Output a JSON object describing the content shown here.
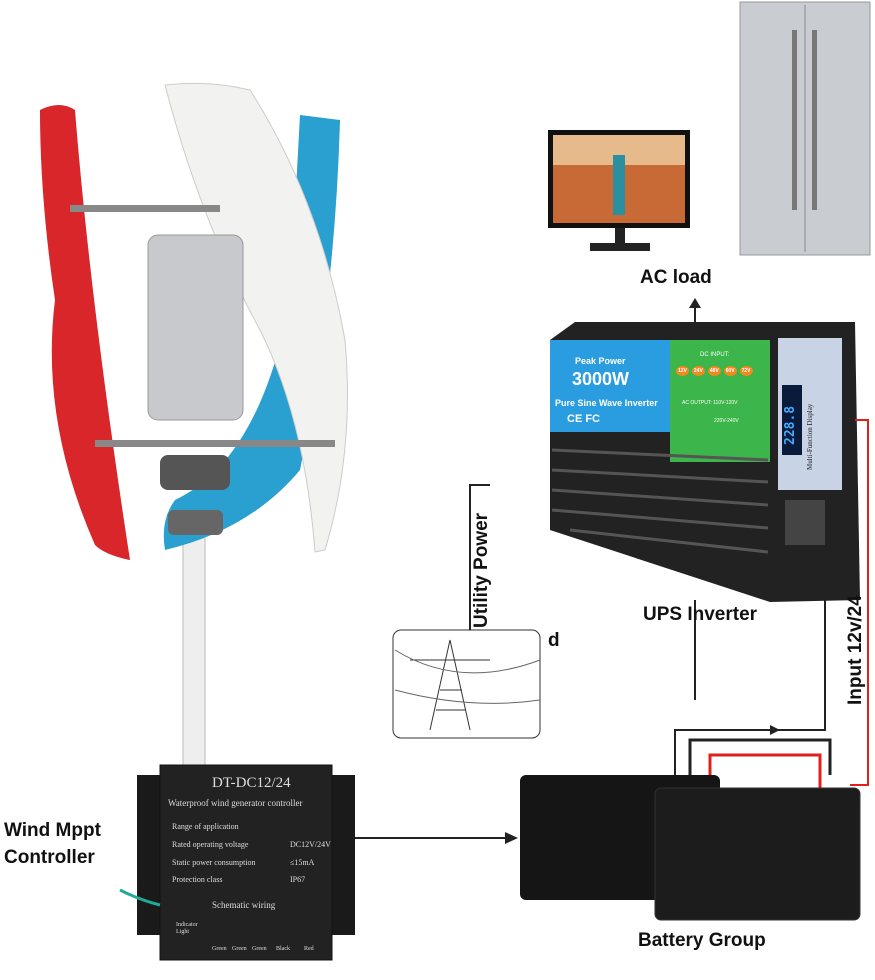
{
  "labels": {
    "ac_load": "AC load",
    "ups_inverter": "UPS Inverter",
    "utility_power": "Utility Power",
    "partial_d": "d",
    "input_voltage": "Input 12v/24",
    "battery_group": "Battery Group",
    "wind_controller": [
      "Wind Mppt",
      "Controller"
    ]
  },
  "controller": {
    "model": "DT-DC12/24",
    "subtitle": "Waterproof wind generator controller",
    "specs": [
      {
        "k": "Range of application",
        "v": ""
      },
      {
        "k": "Rated operating voltage",
        "v": "DC12V/24V"
      },
      {
        "k": "Static power consumption",
        "v": "≤15mA"
      },
      {
        "k": "Protection class",
        "v": "IP67"
      }
    ],
    "wiring_title": "Schematic wiring",
    "indicator": "Indicator Light",
    "terminals": [
      "Green",
      "Green",
      "Green",
      "Black",
      "Red"
    ]
  },
  "inverter": {
    "peak": "Peak Power",
    "watts": "3000W",
    "type": "Pure Sine Wave Inverter",
    "certs": "CE FC",
    "dc_input": "DC INPUT:",
    "dc_options": [
      "12V",
      "24V",
      "48V",
      "60V",
      "72V"
    ],
    "ac_output": "AC OUTPUT: 110V-120V",
    "ac_output2": "220V-240V",
    "display_label": "Multi-Function Display",
    "display_value": "228.8"
  },
  "colors": {
    "blade_red": "#d8262a",
    "blade_blue": "#2aa0d0",
    "inverter_blue": "#2a9de0",
    "inverter_green": "#3cb54a",
    "wire_red": "#e0201c"
  }
}
